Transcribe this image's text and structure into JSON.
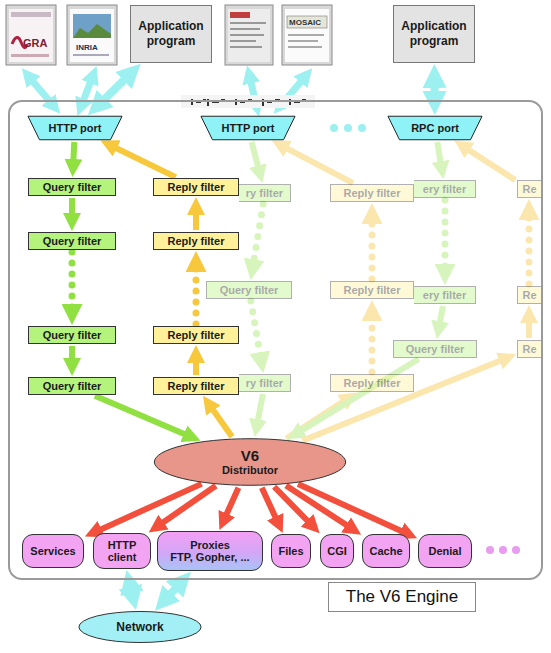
{
  "diagram": {
    "nodes": [
      {
        "text": [
          "Application program"
        ]
      },
      {
        "text": [
          "Application program"
        ]
      },
      {
        "text": [
          "The V6 Engine"
        ]
      },
      {
        "text": [
          "HTTP port"
        ],
        "in": 2
      },
      {
        "text": [
          "HTTP port"
        ],
        "in": 2
      },
      {
        "text": [
          "RPC port"
        ],
        "in": 2
      },
      {
        "text": [
          "Query filter"
        ],
        "in": 2
      },
      {
        "text": [
          "Query filter"
        ],
        "in": 2
      },
      {
        "text": [
          "Query filter"
        ],
        "in": 2
      },
      {
        "text": [
          "Query filter"
        ],
        "in": 2
      },
      {
        "text": [
          "Reply filter"
        ],
        "in": 2
      },
      {
        "text": [
          "Reply filter"
        ],
        "in": 2
      },
      {
        "text": [
          "Reply filter"
        ],
        "in": 2
      },
      {
        "text": [
          "Reply filter"
        ],
        "in": 2
      },
      {
        "text": [
          "ry filter"
        ],
        "in": 2
      },
      {
        "text": [
          "Query filter"
        ],
        "in": 2
      },
      {
        "text": [
          "ry filter"
        ],
        "in": 2
      },
      {
        "text": [
          "Reply filter"
        ],
        "in": 2
      },
      {
        "text": [
          "Reply filter"
        ],
        "in": 2
      },
      {
        "text": [
          "Reply filter"
        ],
        "in": 2
      },
      {
        "text": [
          "ery filter"
        ],
        "in": 2
      },
      {
        "text": [
          "ery filter"
        ],
        "in": 2
      },
      {
        "text": [
          "Query filter"
        ],
        "in": 2
      },
      {
        "text": [
          "Re"
        ],
        "in": 2
      },
      {
        "text": [
          "Re"
        ],
        "in": 2
      },
      {
        "text": [
          "Re"
        ],
        "in": 2
      },
      {
        "text": [
          "V6",
          "Distributor"
        ],
        "in": 2
      },
      {
        "text": [
          "Services"
        ],
        "in": 2
      },
      {
        "text": [
          "HTTP client"
        ],
        "in": 2
      },
      {
        "text": [
          "Proxies",
          "FTP, Gopher, ..."
        ],
        "in": 2
      },
      {
        "text": [
          "Files"
        ],
        "in": 2
      },
      {
        "text": [
          "CGI"
        ],
        "in": 2
      },
      {
        "text": [
          "Cache"
        ],
        "in": 2
      },
      {
        "text": [
          "Denial"
        ],
        "in": 2
      },
      {
        "text": [
          "Network"
        ]
      }
    ],
    "edges": [
      {
        "from": 0,
        "to": 3,
        "arrow": "both"
      },
      {
        "from": 1,
        "to": 5,
        "arrow": "both"
      },
      {
        "from": 3,
        "to": 6,
        "arrow": "to"
      },
      {
        "from": 6,
        "to": 7,
        "arrow": "to"
      },
      {
        "from": 7,
        "to": 8,
        "arrow": "to"
      },
      {
        "from": 8,
        "to": 9,
        "arrow": "to"
      },
      {
        "from": 9,
        "to": 26,
        "arrow": "to"
      },
      {
        "from": 26,
        "to": 13,
        "arrow": "to"
      },
      {
        "from": 13,
        "to": 12,
        "arrow": "to"
      },
      {
        "from": 12,
        "to": 11,
        "arrow": "to"
      },
      {
        "from": 11,
        "to": 10,
        "arrow": "to"
      },
      {
        "from": 10,
        "to": 3,
        "arrow": "to"
      },
      {
        "from": 4,
        "to": 14,
        "arrow": "to"
      },
      {
        "from": 14,
        "to": 15,
        "arrow": "to"
      },
      {
        "from": 15,
        "to": 16,
        "arrow": "to"
      },
      {
        "from": 16,
        "to": 26,
        "arrow": "to"
      },
      {
        "from": 26,
        "to": 19,
        "arrow": "to"
      },
      {
        "from": 19,
        "to": 18,
        "arrow": "to"
      },
      {
        "from": 18,
        "to": 17,
        "arrow": "to"
      },
      {
        "from": 17,
        "to": 4,
        "arrow": "to"
      },
      {
        "from": 5,
        "to": 20,
        "arrow": "to"
      },
      {
        "from": 20,
        "to": 21,
        "arrow": "to"
      },
      {
        "from": 21,
        "to": 22,
        "arrow": "to"
      },
      {
        "from": 22,
        "to": 26,
        "arrow": "to"
      },
      {
        "from": 26,
        "to": 25,
        "arrow": "to"
      },
      {
        "from": 25,
        "to": 24,
        "arrow": "to"
      },
      {
        "from": 24,
        "to": 23,
        "arrow": "to"
      },
      {
        "from": 23,
        "to": 5,
        "arrow": "to"
      },
      {
        "from": 26,
        "to": 27,
        "arrow": "to"
      },
      {
        "from": 26,
        "to": 28,
        "arrow": "to"
      },
      {
        "from": 26,
        "to": 29,
        "arrow": "to"
      },
      {
        "from": 26,
        "to": 30,
        "arrow": "to"
      },
      {
        "from": 26,
        "to": 31,
        "arrow": "to"
      },
      {
        "from": 26,
        "to": 32,
        "arrow": "to"
      },
      {
        "from": 26,
        "to": 33,
        "arrow": "to"
      },
      {
        "from": 28,
        "to": 34,
        "arrow": "both"
      },
      {
        "from": 29,
        "to": 34,
        "arrow": "both"
      }
    ],
    "labels": [
      "GRA",
      "INRIA",
      "MOSAIC"
    ]
  }
}
